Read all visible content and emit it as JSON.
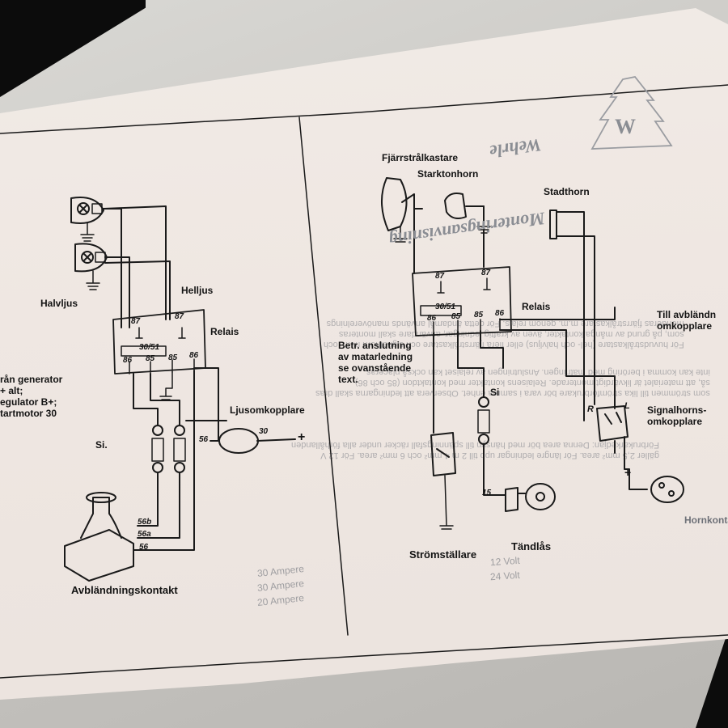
{
  "left_panel": {
    "halvljus": "Halvljus",
    "helljus": "Helljus",
    "relais": "Relais",
    "relay_terminals_top": [
      "87",
      "87"
    ],
    "relay_bar": "30/51",
    "relay_terminals_bottom": [
      "86",
      "85",
      "85",
      "86"
    ],
    "generator_lines": [
      "rån generator",
      "+ alt;",
      "egulator B+;",
      "tartmotor 30"
    ],
    "si": "Si.",
    "ljusomkopplare": "Ljusomkopplare",
    "terminal_56": "56",
    "terminal_30": "30",
    "plus": "+",
    "terminal_56b": "56b",
    "terminal_56a": "56a",
    "terminal_56_low": "56",
    "avblandningskontakt": "Avbländningskontakt",
    "ampere_lines": [
      "30 Ampere",
      "30 Ampere",
      "20 Ampere"
    ]
  },
  "right_panel": {
    "fjarrstralkastare": "Fjärrstrålkastare",
    "starktonhorn": "Starktonhorn",
    "stadthorn": "Stadthorn",
    "relay_terminals_top": [
      "87",
      "87"
    ],
    "relay_bar": "30/51",
    "relay_terminals_bottom": [
      "86",
      "85",
      "85",
      "86"
    ],
    "relais": "Relais",
    "betr_note": [
      "Betr. anslutning",
      "av matarledning",
      "se ovanstående",
      "text."
    ],
    "till_avblandn": [
      "Till avbländn",
      "omkopplare"
    ],
    "si": "Si",
    "terminal_15": "15",
    "signalhorns": [
      "Signalhorns-",
      "omkopplare"
    ],
    "r_label": "R",
    "l_label": "L",
    "plus": "+",
    "stromstallare": "Strömställare",
    "tandlas": "Tändlås",
    "volt_12": "12 Volt",
    "volt_24": "24 Volt",
    "hornkontakt": "Hornkonta",
    "side_text": [
      "Monteringsanvisning",
      "Wehrle"
    ],
    "brand": "W"
  }
}
